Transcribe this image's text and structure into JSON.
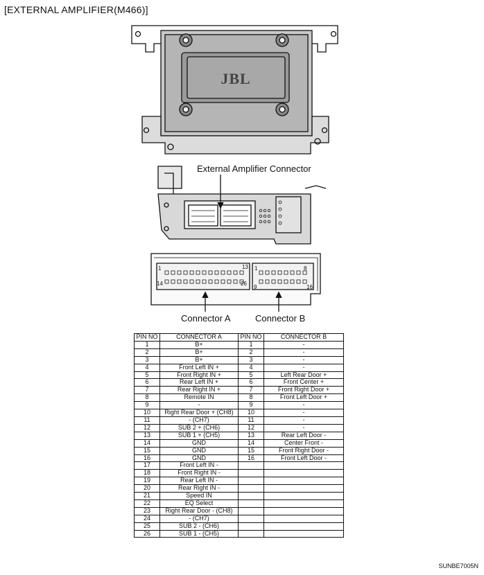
{
  "title": "[EXTERNAL AMPLIFIER(M466)]",
  "figure_code": "SUNBE7005N",
  "logo_text": "JBL",
  "labels": {
    "amp_connector": "External Amplifier Connector",
    "connector_a": "Connector A",
    "connector_b": "Connector B"
  },
  "connector_a_pins": {
    "p1": "1",
    "p13": "13",
    "p14": "14",
    "p26": "26"
  },
  "connector_b_pins": {
    "p1": "1",
    "p8": "8",
    "p9": "9",
    "p16": "16"
  },
  "table": {
    "headers": [
      "PIN NO",
      "CONNECTOR A",
      "PIN NO",
      "CONNECTOR B"
    ],
    "rows": [
      [
        "1",
        "B+",
        "1",
        "-"
      ],
      [
        "2",
        "B+",
        "2",
        "-"
      ],
      [
        "3",
        "B+",
        "3",
        "-"
      ],
      [
        "4",
        "Front Left IN +",
        "4",
        "-"
      ],
      [
        "5",
        "Front Right IN +",
        "5",
        "Left Rear Door +"
      ],
      [
        "6",
        "Rear Left IN +",
        "6",
        "Front Center +"
      ],
      [
        "7",
        "Rear Right IN +",
        "7",
        "Front Right Door +"
      ],
      [
        "8",
        "Remote IN",
        "8",
        "Front Left Door +"
      ],
      [
        "9",
        "-",
        "9",
        "-"
      ],
      [
        "10",
        "Right Rear Door + (CH8)",
        "10",
        "-"
      ],
      [
        "11",
        "- (CH7)",
        "11",
        "-"
      ],
      [
        "12",
        "SUB 2 + (CH6)",
        "12",
        "-"
      ],
      [
        "13",
        "SUB 1 + (CH5)",
        "13",
        "Rear Left Door -"
      ],
      [
        "14",
        "GND",
        "14",
        "Center Front -"
      ],
      [
        "15",
        "GND",
        "15",
        "Front Right Door -"
      ],
      [
        "16",
        "GND",
        "16",
        "Front Left Door -"
      ],
      [
        "17",
        "Front Left IN -",
        "",
        ""
      ],
      [
        "18",
        "Front Right IN -",
        "",
        ""
      ],
      [
        "19",
        "Rear Left IN -",
        "",
        ""
      ],
      [
        "20",
        "Rear Right IN -",
        "",
        ""
      ],
      [
        "21",
        "Speed IN",
        "",
        ""
      ],
      [
        "22",
        "EQ Select",
        "",
        ""
      ],
      [
        "23",
        "Right Rear Door - (CH8)",
        "",
        ""
      ],
      [
        "24",
        "- (CH7)",
        "",
        ""
      ],
      [
        "25",
        "SUB 2 - (CH6)",
        "",
        ""
      ],
      [
        "26",
        "SUB 1 - (CH5)",
        "",
        ""
      ]
    ]
  }
}
